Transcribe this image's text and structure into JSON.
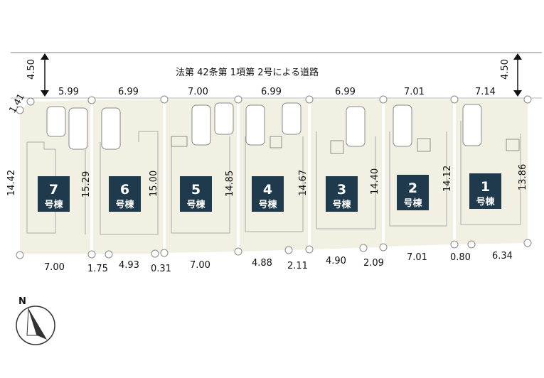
{
  "road": {
    "label": "法第 42条第 1項第 2号による道路",
    "width_left": "4.50",
    "width_right": "4.50"
  },
  "lots": [
    {
      "id": "7",
      "label_num": "7",
      "label_sub": "号棟",
      "front": "5.99",
      "front_corner": "1.41",
      "back": "7.00",
      "left_depth": "14.42",
      "right_depth": "15.29",
      "cars": 2
    },
    {
      "id": "6",
      "label_num": "6",
      "label_sub": "号棟",
      "front": "6.99",
      "back_a": "1.75",
      "back_b": "4.93",
      "back_c": "0.31",
      "right_depth": "15.00",
      "cars": 1
    },
    {
      "id": "5",
      "label_num": "5",
      "label_sub": "号棟",
      "front": "7.00",
      "back": "7.00",
      "right_depth": "14.85",
      "cars": 2
    },
    {
      "id": "4",
      "label_num": "4",
      "label_sub": "号棟",
      "front": "6.99",
      "back_a": "4.88",
      "back_b": "2.11",
      "right_depth": "14.67",
      "cars": 2
    },
    {
      "id": "3",
      "label_num": "3",
      "label_sub": "号棟",
      "front": "6.99",
      "back_a": "4.90",
      "back_b": "2.09",
      "right_depth": "14.40",
      "cars": 1
    },
    {
      "id": "2",
      "label_num": "2",
      "label_sub": "号棟",
      "front": "7.01",
      "back": "7.01",
      "right_depth": "14.12",
      "cars": 1
    },
    {
      "id": "1",
      "label_num": "1",
      "label_sub": "号棟",
      "front": "7.14",
      "back_a": "0.80",
      "back_b": "6.34",
      "right_depth": "13.86",
      "cars": 1
    }
  ],
  "compass": {
    "label": "N"
  },
  "colors": {
    "badge": "#1f3a4d",
    "lot_fill": "#f2f0e2",
    "road_line": "#9a9a9a"
  }
}
